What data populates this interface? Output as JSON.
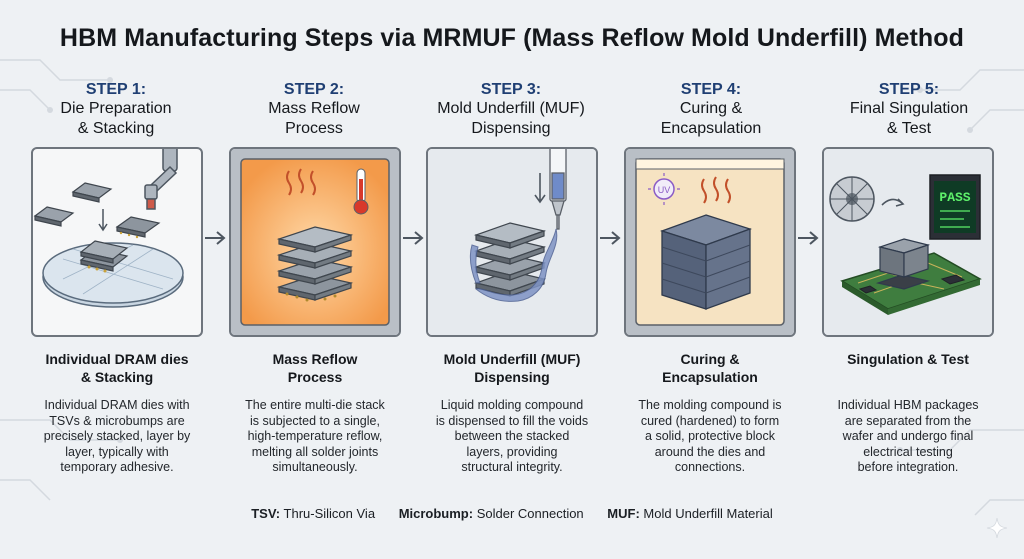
{
  "title": "HBM Manufacturing Steps via MRMUF (Mass Reflow Mold Underfill) Method",
  "steps": [
    {
      "num": "STEP 1:",
      "title_l1": "Die Preparation",
      "title_l2": "& Stacking",
      "desc_title_l1": "Individual DRAM dies",
      "desc_title_l2": "& Stacking",
      "desc_lines": [
        "Individual DRAM dies with",
        "TSVs & microbumps are",
        "precisely stacked, layer by",
        "layer, typically with",
        "temporary adhesive."
      ]
    },
    {
      "num": "STEP 2:",
      "title_l1": "Mass Reflow",
      "title_l2": "Process",
      "desc_title_l1": "Mass Reflow",
      "desc_title_l2": "Process",
      "desc_lines": [
        "The entire multi-die stack",
        "is subjected to a single,",
        "high-temperature reflow,",
        "melting all solder joints",
        "simultaneously."
      ]
    },
    {
      "num": "STEP 3:",
      "title_l1": "Mold Underfill (MUF)",
      "title_l2": "Dispensing",
      "desc_title_l1": "Mold Underfill (MUF)",
      "desc_title_l2": "Dispensing",
      "desc_lines": [
        "Liquid molding compound",
        "is dispensed to fill the voids",
        "between the stacked",
        "layers, providing",
        "structural integrity."
      ]
    },
    {
      "num": "STEP 4:",
      "title_l1": "Curing &",
      "title_l2": "Encapsulation",
      "desc_title_l1": "Curing &",
      "desc_title_l2": "Encapsulation",
      "desc_lines": [
        "The molding compound is",
        "cured (hardened) to form",
        "a solid, protective block",
        "around the dies and",
        "connections."
      ]
    },
    {
      "num": "STEP 5:",
      "title_l1": "Final Singulation",
      "title_l2": "& Test",
      "desc_title_l1": "Singulation & Test",
      "desc_title_l2": "",
      "desc_lines": [
        "Individual HBM packages",
        "are separated from the",
        "wafer and undergo final",
        "electrical testing",
        "before integration."
      ]
    }
  ],
  "badges": {
    "uv": "UV",
    "pass": "PASS"
  },
  "legend": [
    {
      "term": "TSV:",
      "def": "Thru-Silicon Via"
    },
    {
      "term": "Microbump:",
      "def": "Solder Connection"
    },
    {
      "term": "MUF:",
      "def": "Mold Underfill Material"
    }
  ],
  "colors": {
    "step_num": "#1f3f73",
    "oven_glow": "#f39a4a",
    "mold": "#5d6a80",
    "pcb": "#3f7d3f",
    "pass": "#5ef06a"
  }
}
